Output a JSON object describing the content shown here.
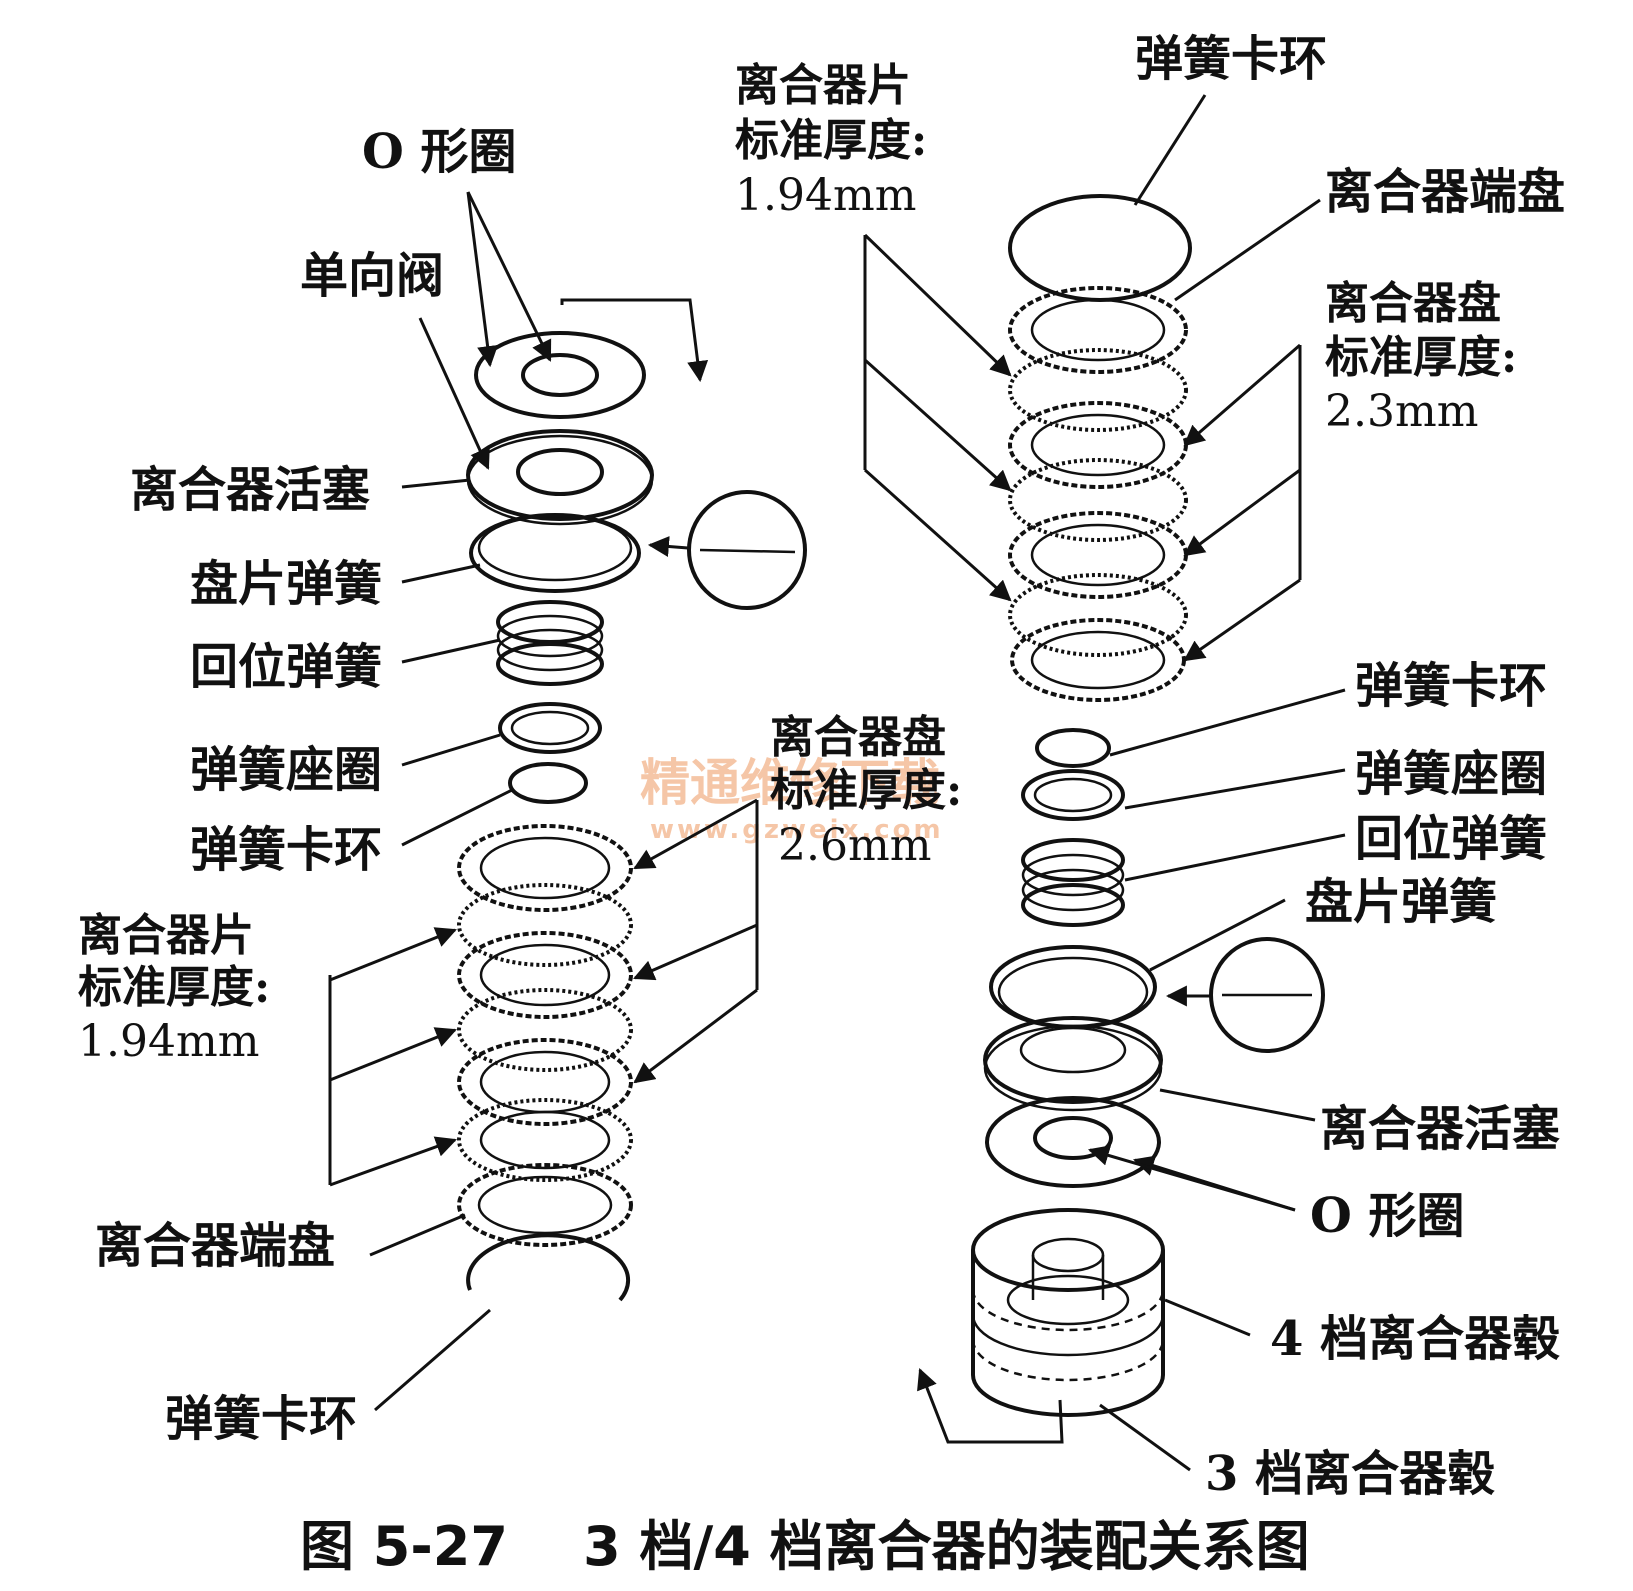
{
  "watermark": {
    "text": "精通维修下载",
    "url": "www.gzweix.com"
  },
  "left_assembly": {
    "o_ring": "O 形圈",
    "check_valve": "单向阀",
    "clutch_piston": "离合器活塞",
    "disc_spring": "盘片弹簧",
    "return_spring": "回位弹簧",
    "spring_seat": "弹簧座圈",
    "snap_ring_upper": "弹簧卡环",
    "clutch_plate": [
      "离合器片",
      "标准厚度:",
      "1.94mm"
    ],
    "clutch_disc": [
      "离合器盘",
      "标准厚度:",
      "2.6mm"
    ],
    "end_plate": "离合器端盘",
    "snap_ring_lower": "弹簧卡环"
  },
  "right_assembly": {
    "clutch_plate": [
      "离合器片",
      "标准厚度:",
      "1.94mm"
    ],
    "snap_ring_top": "弹簧卡环",
    "end_plate": "离合器端盘",
    "clutch_disc": [
      "离合器盘",
      "标准厚度:",
      "2.3mm"
    ],
    "snap_ring": "弹簧卡环",
    "spring_seat": "弹簧座圈",
    "return_spring": "回位弹簧",
    "disc_spring": "盘片弹簧",
    "clutch_piston": "离合器活塞",
    "o_ring": "O 形圈",
    "hub_4th": "4 档离合器毂",
    "hub_3rd": "3 档离合器毂"
  },
  "caption": "图 5-27    3 档/4 档离合器的装配关系图"
}
